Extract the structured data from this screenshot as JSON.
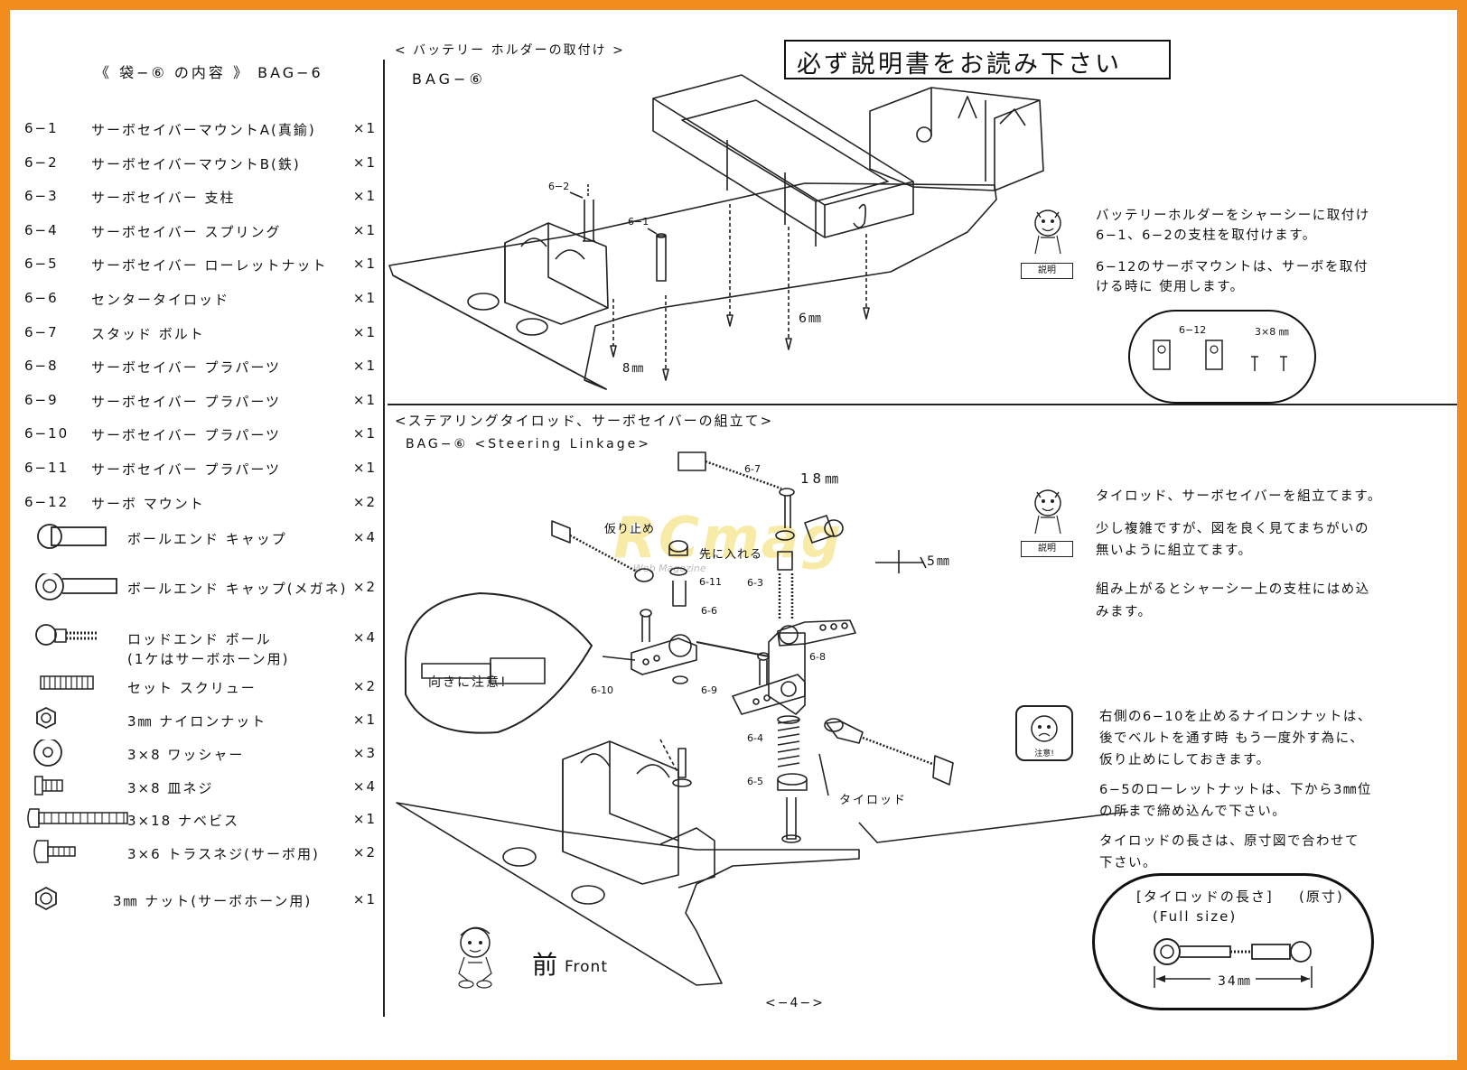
{
  "parts_header": "《 袋−⑥ の内容 》 BAG−6",
  "parts": [
    {
      "num": "6−1",
      "name": "サーボセイバーマウントA(真鍮)",
      "qty": "×1"
    },
    {
      "num": "6−2",
      "name": "サーボセイバーマウントB(鉄)",
      "qty": "×1"
    },
    {
      "num": "6−3",
      "name": "サーボセイバー 支柱",
      "qty": "×1"
    },
    {
      "num": "6−4",
      "name": "サーボセイバー スプリング",
      "qty": "×1"
    },
    {
      "num": "6−5",
      "name": "サーボセイバー ローレットナット",
      "qty": "×1"
    },
    {
      "num": "6−6",
      "name": "センタータイロッド",
      "qty": "×1"
    },
    {
      "num": "6−7",
      "name": "スタッド ボルト",
      "qty": "×1"
    },
    {
      "num": "6−8",
      "name": "サーボセイバー プラパーツ",
      "qty": "×1"
    },
    {
      "num": "6−9",
      "name": "サーボセイバー プラパーツ",
      "qty": "×1"
    },
    {
      "num": "6−10",
      "name": "サーボセイバー プラパーツ",
      "qty": "×1"
    },
    {
      "num": "6−11",
      "name": "サーボセイバー プラパーツ",
      "qty": "×1"
    },
    {
      "num": "6−12",
      "name": "サーボ マウント",
      "qty": "×2"
    }
  ],
  "hardware": [
    {
      "name": "ボールエンド キャップ",
      "qty": "×4",
      "icon": "ball-end-cap-icon"
    },
    {
      "name": "ボールエンド キャップ(メガネ)",
      "qty": "×2",
      "icon": "ball-end-eyelet-icon"
    },
    {
      "name": "ロッドエンド ボール",
      "name2": "(1ケはサーボホーン用)",
      "qty": "×4",
      "icon": "rod-end-ball-icon"
    },
    {
      "name": "セット スクリュー",
      "qty": "×2",
      "icon": "set-screw-icon"
    },
    {
      "name": "3㎜ ナイロンナット",
      "qty": "×1",
      "icon": "nylon-nut-icon"
    },
    {
      "name": "3×8 ワッシャー",
      "qty": "×3",
      "icon": "washer-icon"
    },
    {
      "name": "3×8 皿ネジ",
      "qty": "×4",
      "icon": "countersunk-screw-icon"
    },
    {
      "name": "3×18 ナベビス",
      "qty": "×1",
      "icon": "pan-screw-icon"
    },
    {
      "name": "3×6 トラスネジ(サーボ用)",
      "qty": "×2",
      "icon": "truss-screw-icon"
    },
    {
      "name": "3㎜ ナット(サーボホーン用)",
      "qty": "×1",
      "icon": "nut-icon"
    }
  ],
  "battery": {
    "heading": "< バッテリー ホルダーの取付け >",
    "bag": "BAG−⑥",
    "warning": "必ず説明書をお読み下さい",
    "labels": {
      "p62": "6−2",
      "p61": "6−1",
      "mm6": "6㎜",
      "mm8": "8㎜"
    },
    "note_badge": "説明",
    "note1": [
      "バッテリーホルダーをシャーシーに取付け",
      "6−1、6−2の支柱を取付けます。"
    ],
    "note2": [
      "6−12のサーボマウントは、サーボを取付",
      "ける時に 使用します。"
    ],
    "inset": {
      "label": "6−12",
      "screw": "3×8 ㎜"
    }
  },
  "steering": {
    "heading": "<ステアリングタイロッド、サーボセイバーの組立て>",
    "bag": "BAG−⑥ <Steering Linkage>",
    "labels": {
      "p67": "6-7",
      "mm18": "18㎜",
      "kari": "仮り止め",
      "saki": "先に入れる",
      "p611": "6-11",
      "p63": "6-3",
      "p66": "6-6",
      "mm5": "5㎜",
      "p68": "6-8",
      "p610": "6-10",
      "p69": "6-9",
      "p64": "6-4",
      "p65": "6-5",
      "tierod": "タイロッド",
      "direction": "向きに注意!",
      "front_kanji": "前",
      "front": "Front"
    },
    "note_badge": "説明",
    "note1": "タイロッド、サーボセイバーを組立てます。",
    "note2": [
      "少し複雑ですが、図を良く見てまちがいの",
      "無いように組立てます。"
    ],
    "note3": [
      "組み上がるとシャーシー上の支柱にはめ込",
      "みます。"
    ],
    "caution_badge": "注意!",
    "caution1": [
      "右側の6−10を止めるナイロンナットは、",
      "後でベルトを通す時 もう一度外す為に、",
      "仮り止めにしておきます。"
    ],
    "caution2": [
      "6−5のローレットナットは、下から3㎜位",
      "の所まで締め込んで下さい。"
    ],
    "caution3": [
      "タイロッドの長さは、原寸図で合わせて",
      "下さい。"
    ],
    "fullsize": {
      "title": "[タイロッドの長さ]",
      "orig": "(原寸)",
      "full": "(Full size)",
      "len": "34㎜"
    }
  },
  "watermark": "RCmag",
  "watermark_sub": "Web Magazine",
  "page_number": "<−4−>"
}
